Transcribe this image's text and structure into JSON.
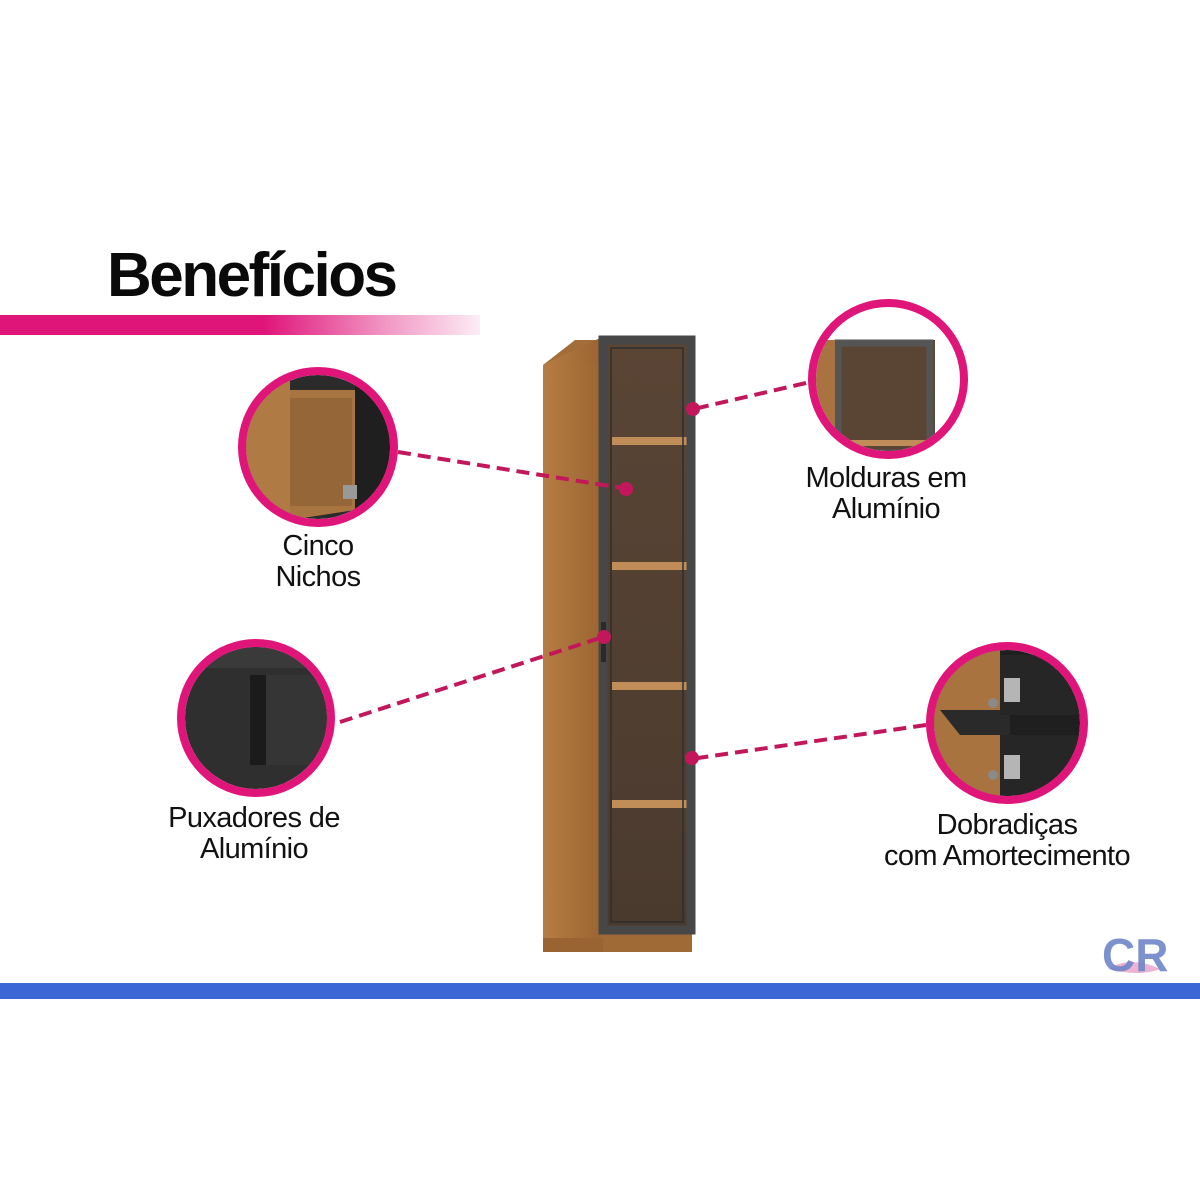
{
  "heading": "Benefícios",
  "features": [
    {
      "line1": "Cinco",
      "line2": "Nichos",
      "icon": "wood-niche-shelf-icon"
    },
    {
      "line1": "Puxadores de",
      "line2": "Alumínio",
      "icon": "aluminum-handle-icon"
    },
    {
      "line1": "Molduras em",
      "line2": "Alumínio",
      "icon": "aluminum-frame-icon"
    },
    {
      "line1": "Dobradiças",
      "line2": "com Amortecimento",
      "icon": "damped-hinge-icon"
    }
  ],
  "logo_text": "CR",
  "colors": {
    "accent_pink": "#e0157a",
    "callout_line": "#c2185b",
    "bottom_bar": "#3b66d6",
    "wood": "#a6703c",
    "glass_frame": "#4a4a4a"
  }
}
